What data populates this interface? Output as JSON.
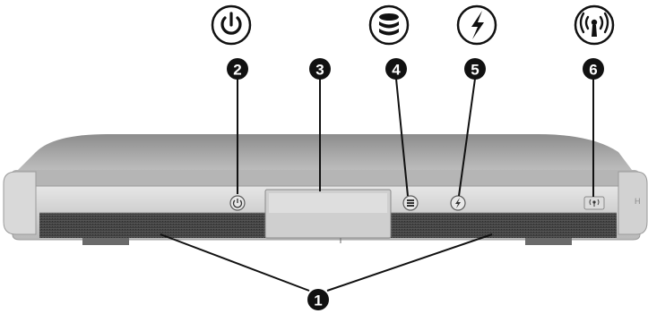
{
  "callouts": [
    {
      "number": "1",
      "icon": "none"
    },
    {
      "number": "2",
      "icon": "power-icon"
    },
    {
      "number": "3",
      "icon": "none"
    },
    {
      "number": "4",
      "icon": "drive-icon"
    },
    {
      "number": "5",
      "icon": "battery-lightning-icon"
    },
    {
      "number": "6",
      "icon": "wireless-icon"
    }
  ],
  "case_edge_text": "H",
  "colors": {
    "case_top": "#9a9a9a",
    "case_bezel": "#c8c8c8",
    "speaker": "#4a4a4a",
    "callout_circle": "#111111"
  }
}
